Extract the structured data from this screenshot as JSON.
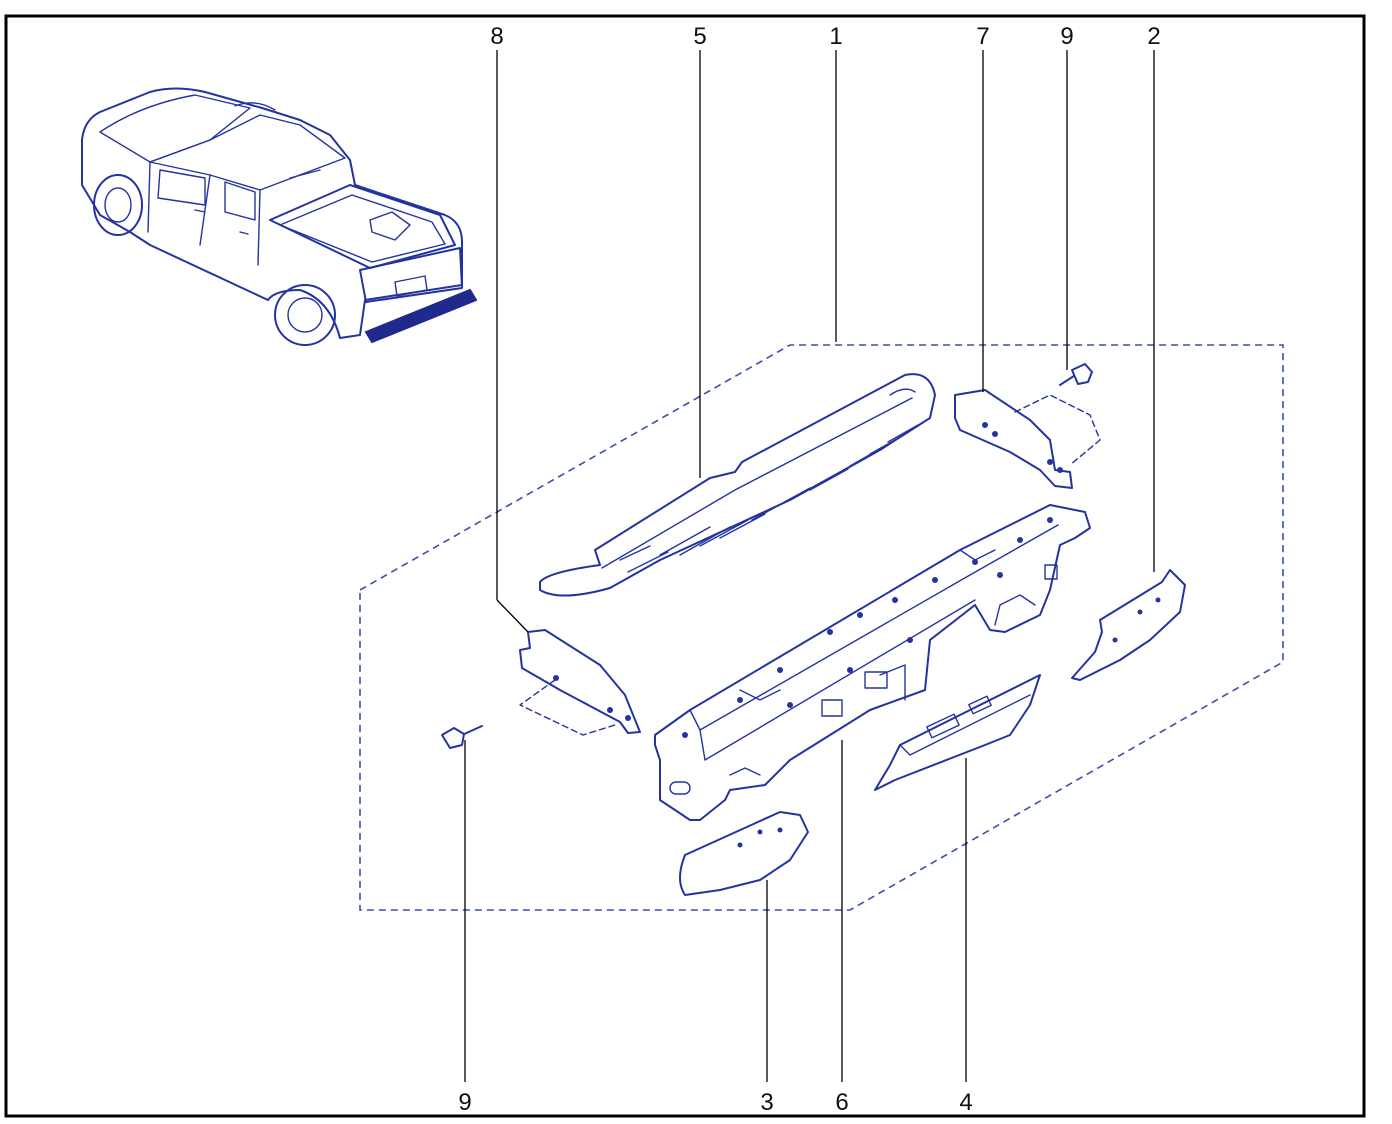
{
  "diagram": {
    "callouts": [
      {
        "id": "c8",
        "label": "8"
      },
      {
        "id": "c5",
        "label": "5"
      },
      {
        "id": "c1",
        "label": "1"
      },
      {
        "id": "c7",
        "label": "7"
      },
      {
        "id": "c9a",
        "label": "9"
      },
      {
        "id": "c2",
        "label": "2"
      },
      {
        "id": "c9b",
        "label": "9"
      },
      {
        "id": "c3",
        "label": "3"
      },
      {
        "id": "c6",
        "label": "6"
      },
      {
        "id": "c4",
        "label": "4"
      }
    ],
    "colors": {
      "line": "#2433a0",
      "dashed": "#3b4fb0",
      "highlight": "#1f2a8c",
      "text": "#111111"
    }
  }
}
